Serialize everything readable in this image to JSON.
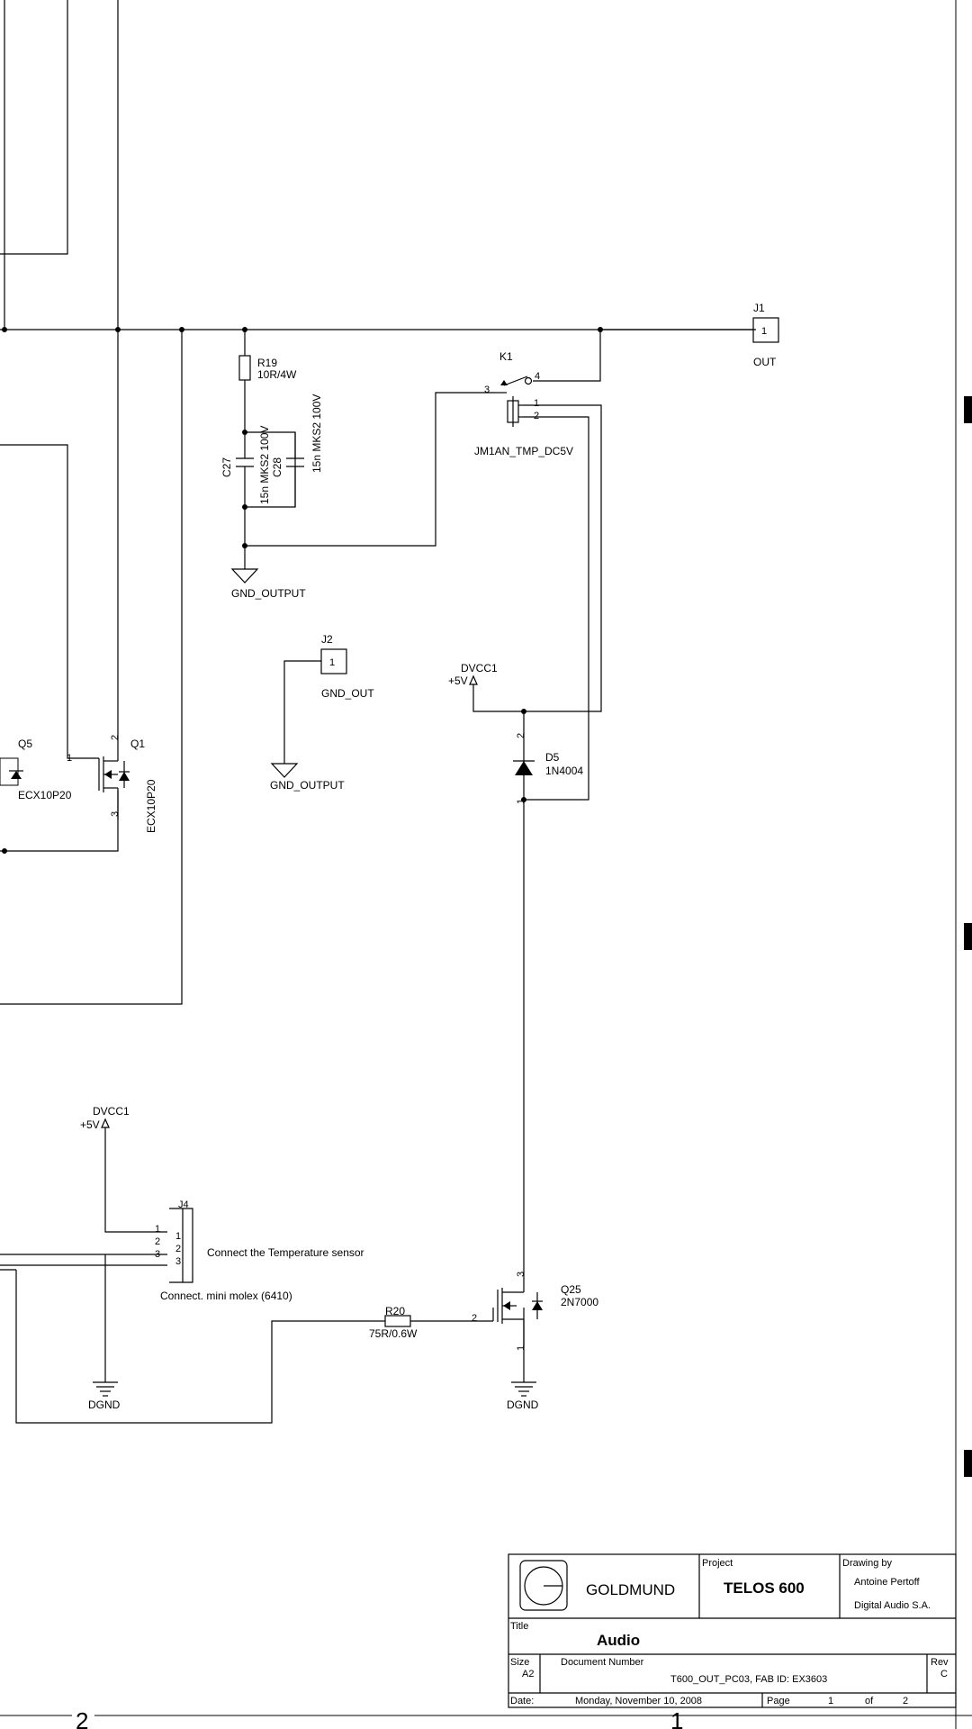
{
  "components": {
    "r19": {
      "ref": "R19",
      "value": "10R/4W"
    },
    "c27": {
      "ref": "C27",
      "value": "15n MKS2 100V"
    },
    "c28": {
      "ref": "C28",
      "value": "15n MKS2 100V"
    },
    "k1": {
      "ref": "K1",
      "part": "JM1AN_TMP_DC5V",
      "pin3": "3",
      "pin4": "4",
      "pin1": "1",
      "pin2": "2"
    },
    "j1": {
      "ref": "J1",
      "pin": "1",
      "label": "OUT"
    },
    "j2": {
      "ref": "J2",
      "pin": "1",
      "label": "GND_OUT"
    },
    "d5": {
      "ref": "D5",
      "part": "1N4004",
      "pin2": "2",
      "pin1": "1"
    },
    "q5": {
      "ref": "Q5",
      "part": "ECX10P20"
    },
    "q1": {
      "ref": "Q1",
      "part": "ECX10P20",
      "pin1": "1",
      "pin2": "2",
      "pin3": "3"
    },
    "q25": {
      "ref": "Q25",
      "part": "2N7000",
      "pin3": "3",
      "pin2": "2",
      "pin1": "1"
    },
    "r20": {
      "ref": "R20",
      "value": "75R/0.6W"
    },
    "j4": {
      "ref": "J4",
      "label": "Connect. mini molex (6410)",
      "note": "Connect the Temperature sensor",
      "pins": [
        "1",
        "2",
        "3"
      ]
    }
  },
  "nets": {
    "gnd_output_1": "GND_OUTPUT",
    "gnd_output_2": "GND_OUTPUT",
    "dvcc1_top": {
      "name": "DVCC1",
      "voltage": "+5V"
    },
    "dvcc1_bottom": {
      "name": "DVCC1",
      "voltage": "+5V"
    },
    "dgnd_left": "DGND",
    "dgnd_right": "DGND"
  },
  "title_block": {
    "company": "GOLDMUND",
    "project_label": "Project",
    "project": "TELOS 600",
    "drawing_by_label": "Drawing by",
    "author": "Antoine Pertoff",
    "organization": "Digital Audio S.A.",
    "title_label": "Title",
    "title": "Audio",
    "size_label": "Size",
    "size": "A2",
    "docnum_label": "Document Number",
    "docnum": "T600_OUT_PC03, FAB ID: EX3603",
    "rev_label": "Rev",
    "rev": "C",
    "date_label": "Date:",
    "date": "Monday, November 10, 2008",
    "page_label": "Page",
    "page": "1",
    "of_label": "of",
    "pages": "2"
  },
  "frame": {
    "zone_bottom_left": "2",
    "zone_bottom_right": "1"
  }
}
